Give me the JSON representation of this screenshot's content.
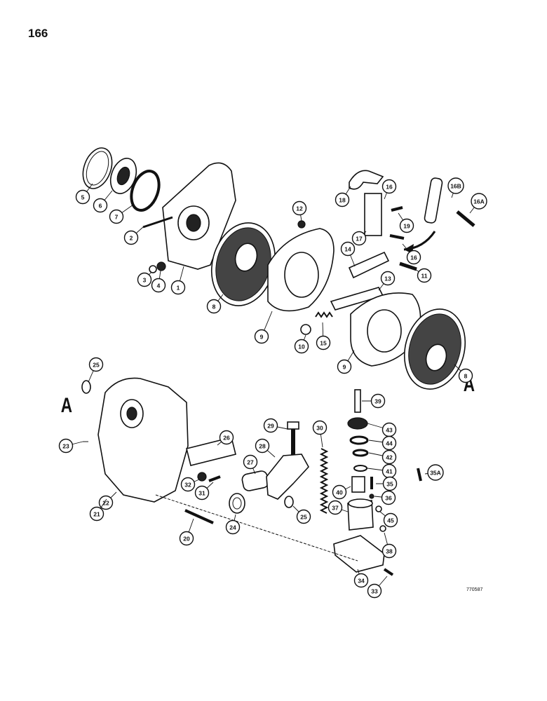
{
  "page": {
    "number": "166",
    "drawing_code": "770587",
    "section_marks": [
      "A",
      "A"
    ]
  },
  "callouts": [
    {
      "id": "c5",
      "label": "5"
    },
    {
      "id": "c6",
      "label": "6"
    },
    {
      "id": "c7",
      "label": "7"
    },
    {
      "id": "c2",
      "label": "2"
    },
    {
      "id": "c3",
      "label": "3"
    },
    {
      "id": "c4",
      "label": "4"
    },
    {
      "id": "c1",
      "label": "1"
    },
    {
      "id": "c8a",
      "label": "8"
    },
    {
      "id": "c12",
      "label": "12"
    },
    {
      "id": "c18",
      "label": "18"
    },
    {
      "id": "c16",
      "label": "16"
    },
    {
      "id": "c16B",
      "label": "16B"
    },
    {
      "id": "c16A",
      "label": "16A"
    },
    {
      "id": "c19",
      "label": "19"
    },
    {
      "id": "c17",
      "label": "17"
    },
    {
      "id": "c16b",
      "label": "16"
    },
    {
      "id": "c14",
      "label": "14"
    },
    {
      "id": "c11",
      "label": "11"
    },
    {
      "id": "c13",
      "label": "13"
    },
    {
      "id": "c9a",
      "label": "9"
    },
    {
      "id": "c10",
      "label": "10"
    },
    {
      "id": "c15",
      "label": "15"
    },
    {
      "id": "c9b",
      "label": "9"
    },
    {
      "id": "c8b",
      "label": "8"
    },
    {
      "id": "c25a",
      "label": "25"
    },
    {
      "id": "c23",
      "label": "23"
    },
    {
      "id": "c22",
      "label": "22"
    },
    {
      "id": "c21",
      "label": "21"
    },
    {
      "id": "c26",
      "label": "26"
    },
    {
      "id": "c29",
      "label": "29"
    },
    {
      "id": "c30",
      "label": "30"
    },
    {
      "id": "c39",
      "label": "39"
    },
    {
      "id": "c43",
      "label": "43"
    },
    {
      "id": "c44",
      "label": "44"
    },
    {
      "id": "c42",
      "label": "42"
    },
    {
      "id": "c41",
      "label": "41"
    },
    {
      "id": "c28",
      "label": "28"
    },
    {
      "id": "c27",
      "label": "27"
    },
    {
      "id": "c32",
      "label": "32"
    },
    {
      "id": "c31",
      "label": "31"
    },
    {
      "id": "c35A",
      "label": "35A"
    },
    {
      "id": "c35",
      "label": "35"
    },
    {
      "id": "c40",
      "label": "40"
    },
    {
      "id": "c36",
      "label": "36"
    },
    {
      "id": "c37",
      "label": "37"
    },
    {
      "id": "c45",
      "label": "45"
    },
    {
      "id": "c25b",
      "label": "25"
    },
    {
      "id": "c24",
      "label": "24"
    },
    {
      "id": "c20",
      "label": "20"
    },
    {
      "id": "c38",
      "label": "38"
    },
    {
      "id": "c34",
      "label": "34"
    },
    {
      "id": "c33",
      "label": "33"
    }
  ]
}
